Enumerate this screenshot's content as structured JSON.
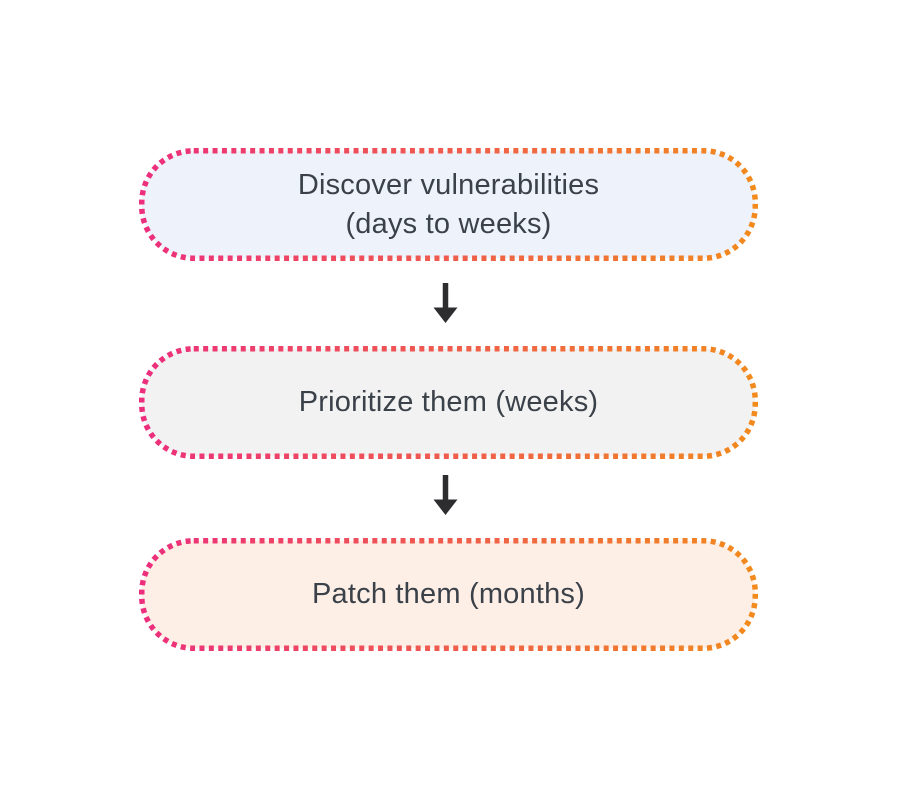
{
  "diagram": {
    "nodes": [
      {
        "id": "discover",
        "label": "Discover vulnerabilities\n(days to weeks)",
        "fill": "#EEF3FB"
      },
      {
        "id": "prioritize",
        "label": "Prioritize them (weeks)",
        "fill": "#F2F2F3"
      },
      {
        "id": "patch",
        "label": "Patch them (months)",
        "fill": "#FDEFE6"
      }
    ],
    "connectors": [
      {
        "from": "discover",
        "to": "prioritize",
        "icon": "arrow-down-icon"
      },
      {
        "from": "prioritize",
        "to": "patch",
        "icon": "arrow-down-icon"
      }
    ]
  },
  "colors": {
    "border_gradient_start": "#EC2E7D",
    "border_gradient_end": "#F28A1C",
    "text": "#3B4149",
    "arrow": "#2D2D30",
    "background": "#FFFFFF"
  }
}
